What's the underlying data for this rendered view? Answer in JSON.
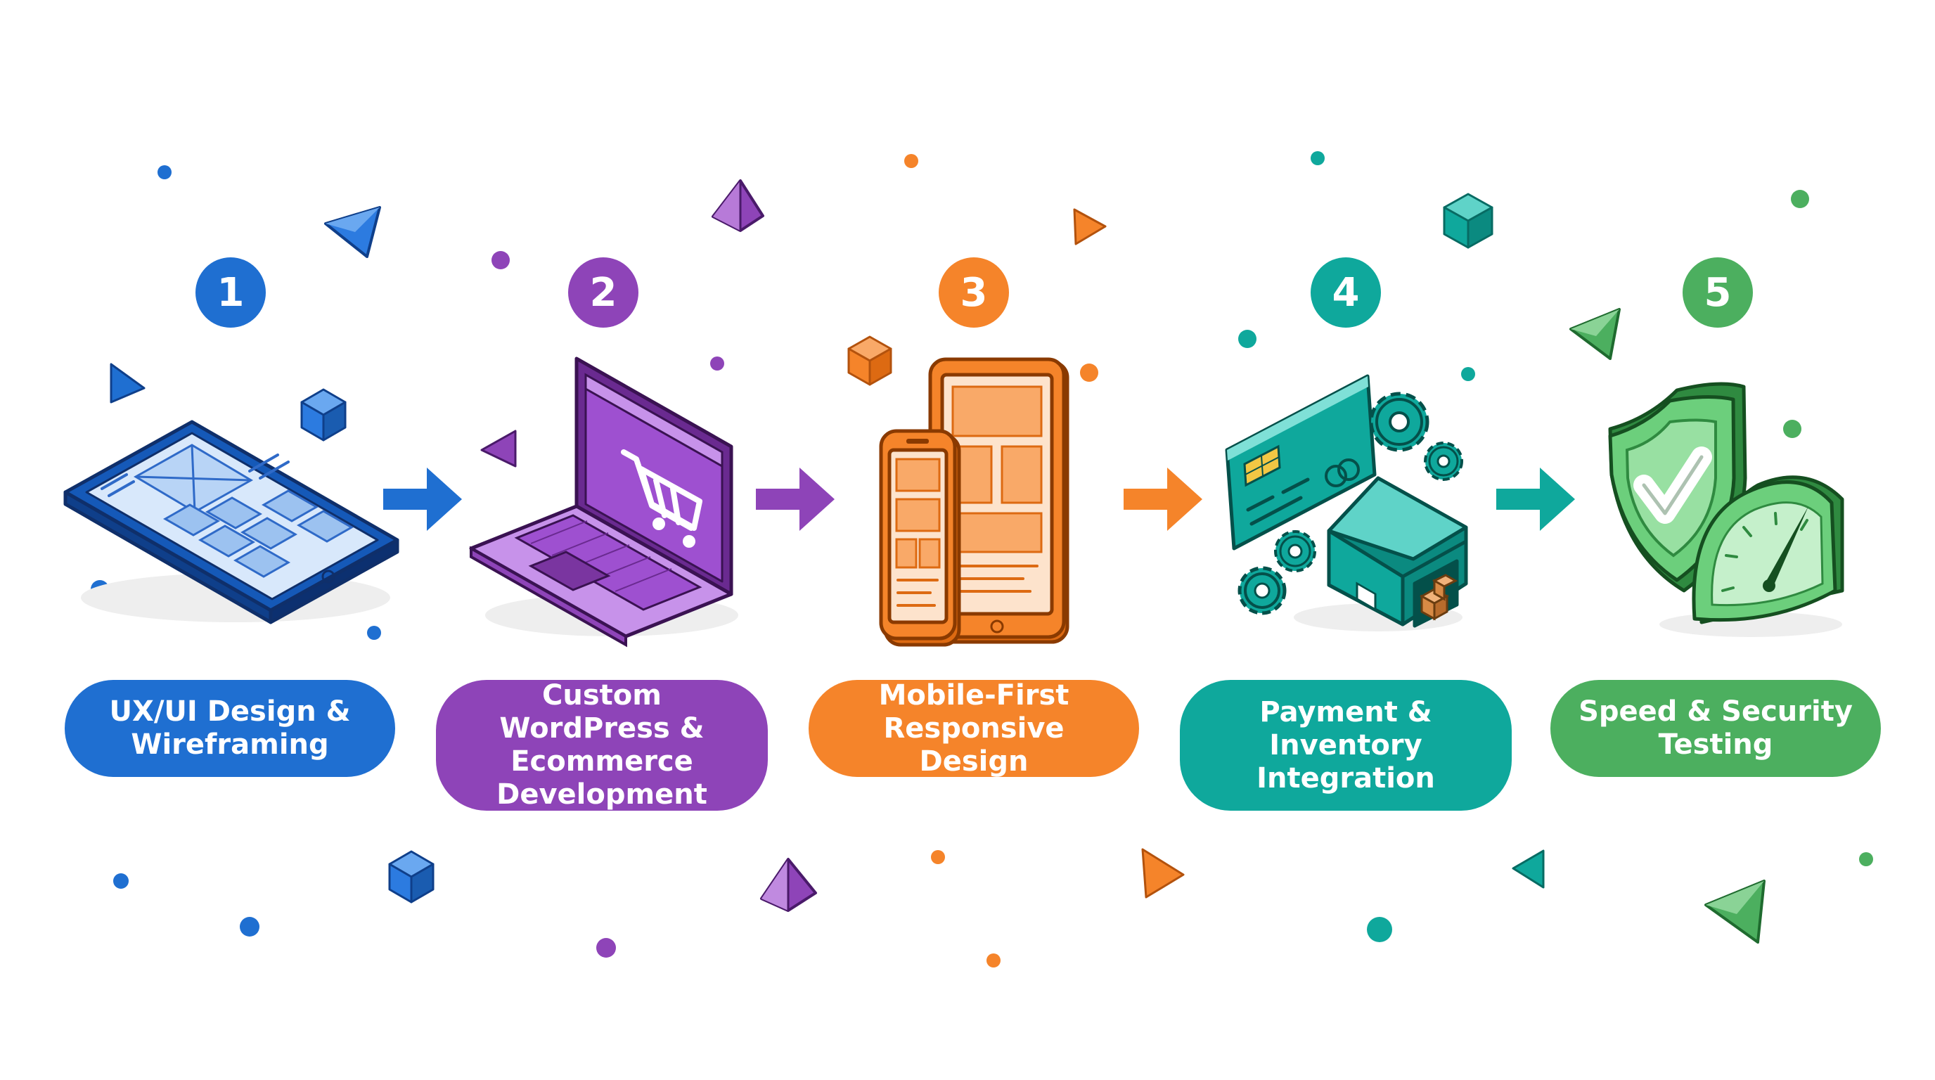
{
  "colors": {
    "blue": "#1f6fd1",
    "purple": "#8e44b8",
    "orange": "#f5842a",
    "teal": "#0fa89c",
    "green": "#4caf5f"
  },
  "steps": [
    {
      "number": "1",
      "label": "UX/UI Design & Wireframing",
      "icon": "tablet-wireframe-icon"
    },
    {
      "number": "2",
      "label": "Custom WordPress & Ecommerce Development",
      "icon": "laptop-cart-icon"
    },
    {
      "number": "3",
      "label": "Mobile-First Responsive Design",
      "icon": "phone-tablet-icon"
    },
    {
      "number": "4",
      "label": "Payment & Inventory Integration",
      "icon": "card-warehouse-gears-icon"
    },
    {
      "number": "5",
      "label": "Speed & Security Testing",
      "icon": "shield-speedometer-icon"
    }
  ]
}
